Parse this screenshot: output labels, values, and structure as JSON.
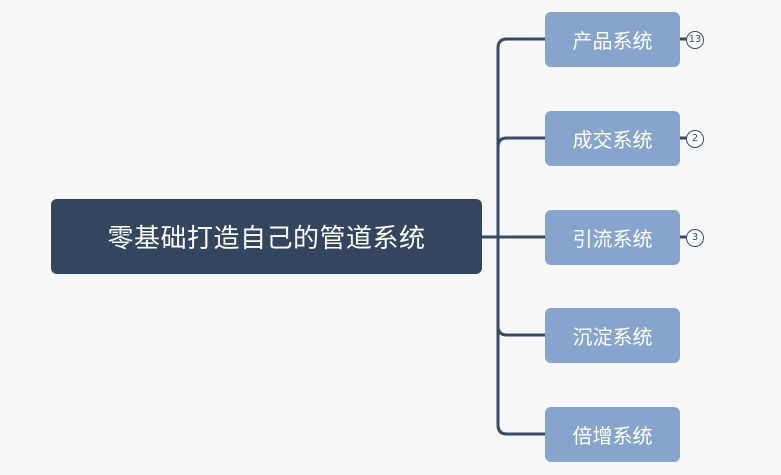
{
  "mindmap": {
    "root": {
      "label": "零基础打造自己的管道系统"
    },
    "children": [
      {
        "label": "产品系统",
        "count": "13"
      },
      {
        "label": "成交系统",
        "count": "2"
      },
      {
        "label": "引流系统",
        "count": "3"
      },
      {
        "label": "沉淀系统"
      },
      {
        "label": "倍增系统"
      }
    ]
  },
  "colors": {
    "background": "#f7f7f7",
    "root_fill": "#34465e",
    "child_fill": "#87a5cc",
    "connector": "#394b63",
    "text": "#ffffff"
  }
}
